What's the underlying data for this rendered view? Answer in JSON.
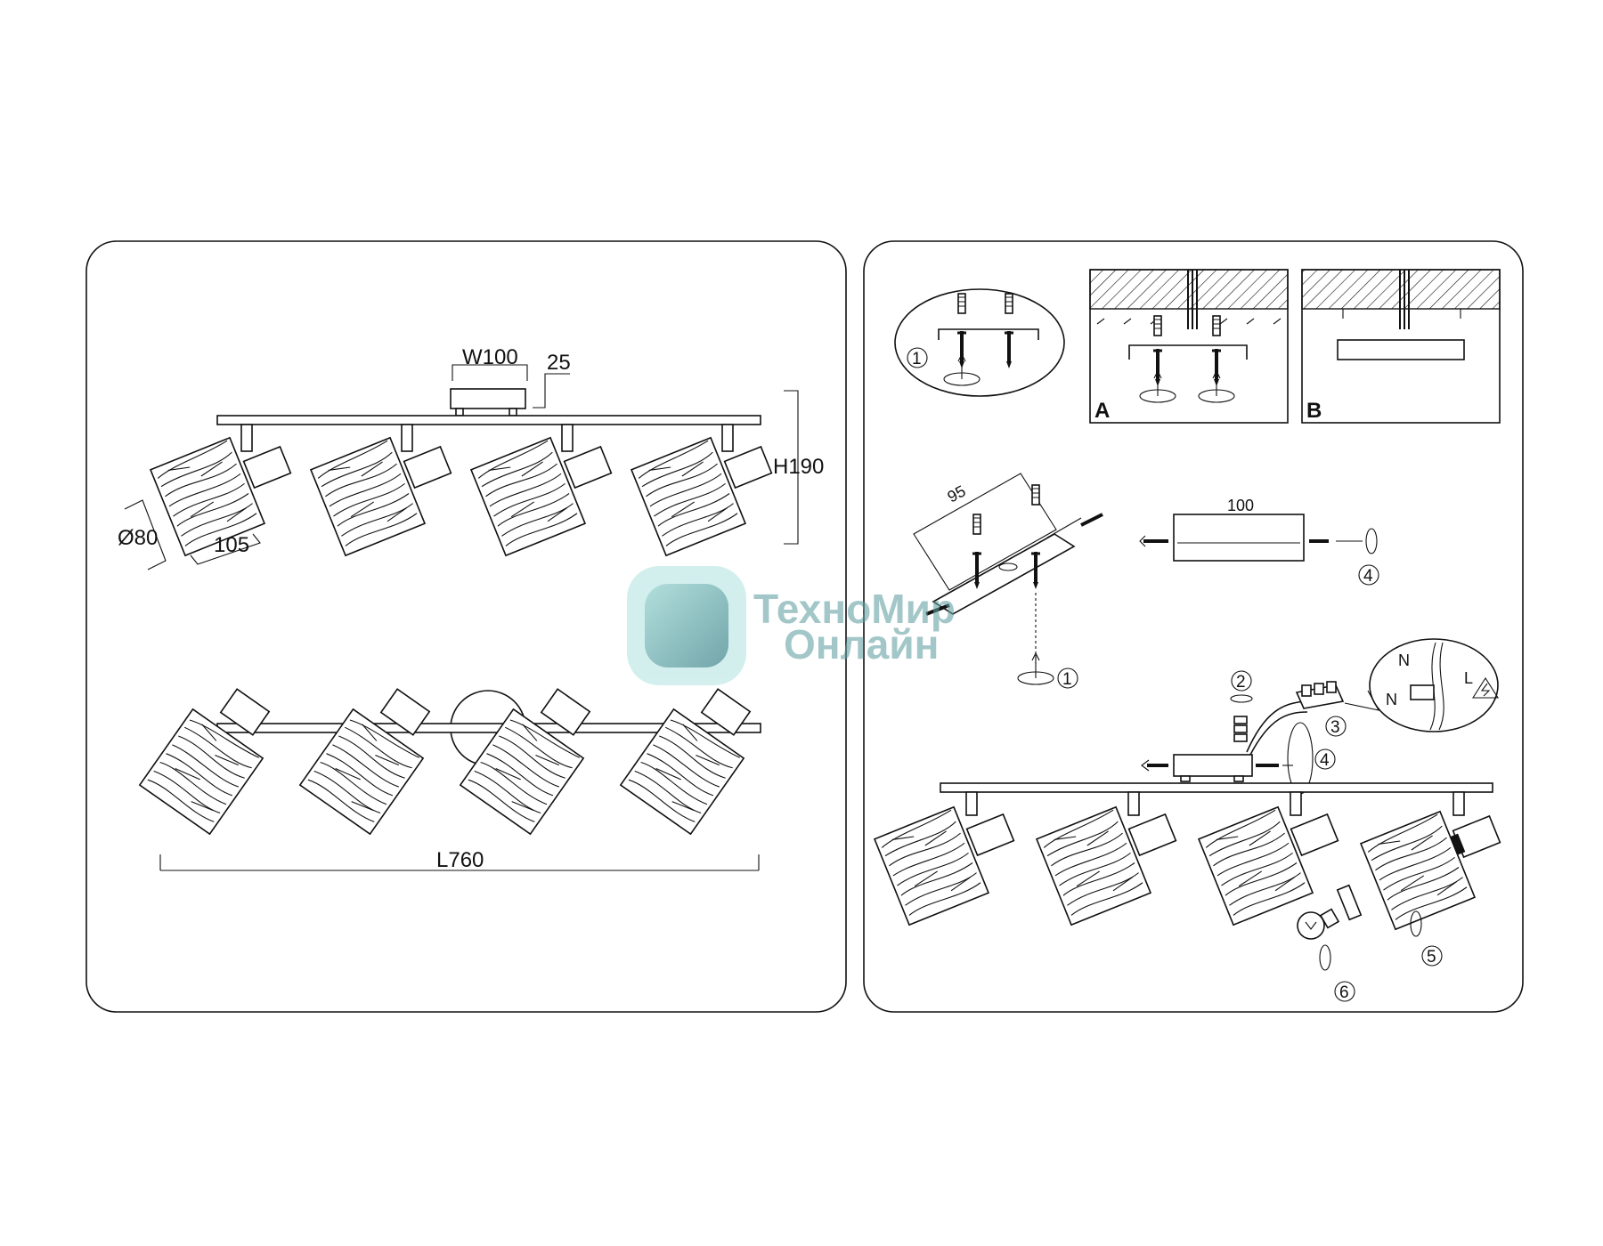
{
  "dimensions": {
    "width": "W100",
    "depth": "25",
    "height": "H190",
    "diameter": "Ø80",
    "shade_length": "105",
    "length": "L760",
    "plate_offset": "95",
    "plate_width": "100"
  },
  "steps": {
    "s1": "1",
    "s2": "2",
    "s3": "3",
    "s4": "4",
    "s5": "5",
    "s6": "6"
  },
  "boxes": {
    "a": "A",
    "b": "B"
  },
  "wiring": {
    "n1": "N",
    "l": "L",
    "n2": "N"
  },
  "watermark": {
    "line1": "ТехноМир",
    "line2": "Онлайн"
  },
  "colors": {
    "line": "#111111",
    "watermark": "#5f9ea0"
  }
}
